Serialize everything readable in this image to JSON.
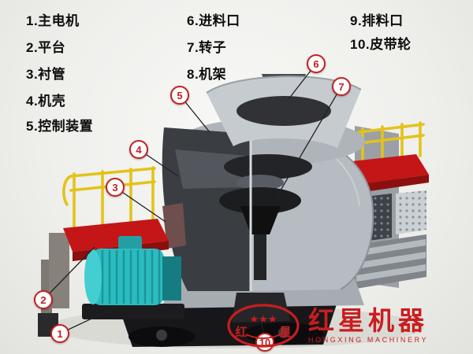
{
  "legend": {
    "items": [
      {
        "label": "1.主电机"
      },
      {
        "label": "2.平台"
      },
      {
        "label": "3.衬管"
      },
      {
        "label": "4.机壳"
      },
      {
        "label": "5.控制装置"
      },
      {
        "label": "6.进料口"
      },
      {
        "label": "7.转子"
      },
      {
        "label": "8.机架"
      },
      {
        "label": "9.排料口"
      },
      {
        "label": "10.皮带轮"
      }
    ]
  },
  "callouts": [
    {
      "num": "1"
    },
    {
      "num": "2"
    },
    {
      "num": "3"
    },
    {
      "num": "4"
    },
    {
      "num": "5"
    },
    {
      "num": "6"
    },
    {
      "num": "7"
    },
    {
      "num": "10"
    }
  ],
  "logo": {
    "brand": "红星机器",
    "subtitle": "HONGXING MACHINERY",
    "emblem_stars": "★★★",
    "emblem_left": "红",
    "emblem_right": "星"
  },
  "colors": {
    "accent_red": "#c81e1e",
    "platform_red": "#c41616",
    "railing_yellow": "#e3c31b",
    "motor_teal": "#2bbcc0",
    "body_gray": "#b6bcc2"
  }
}
